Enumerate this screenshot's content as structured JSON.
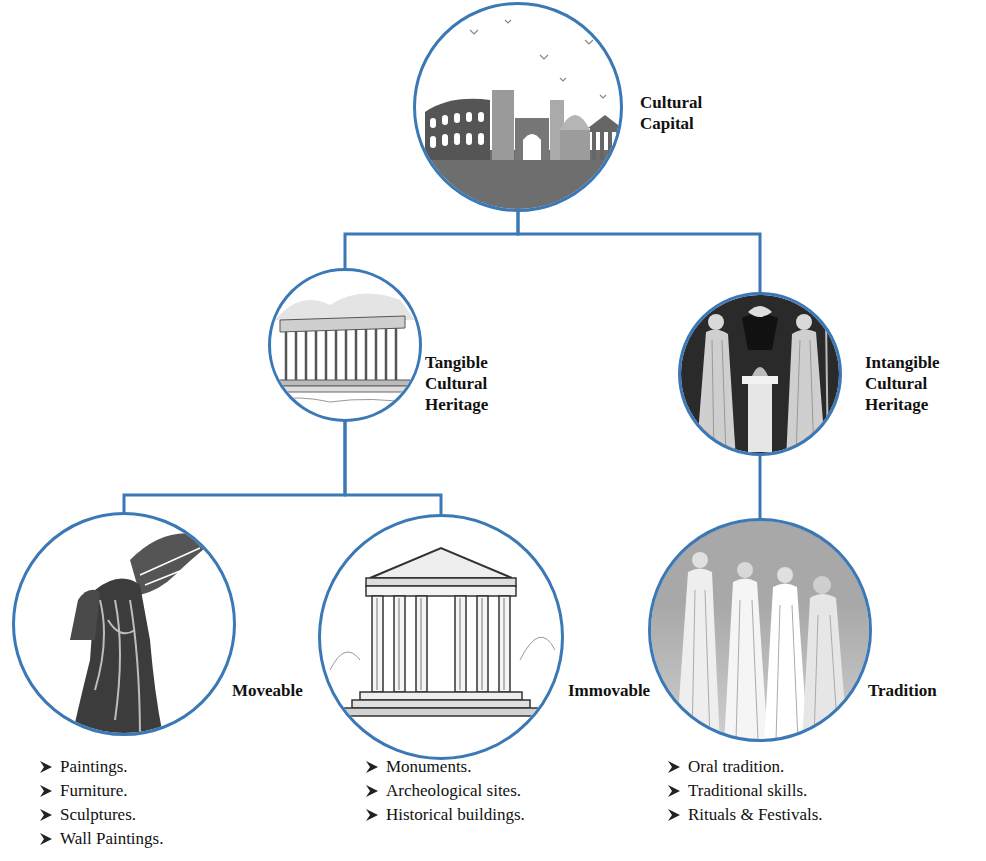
{
  "diagram": {
    "nodes": [
      {
        "text": [
          "Cultural Capital"
        ]
      },
      {
        "text": [
          "Tangible Cultural Heritage"
        ]
      },
      {
        "text": [
          "Intangible Cultural Heritage"
        ]
      },
      {
        "text": [
          "Moveable"
        ]
      },
      {
        "text": [
          "Immovable"
        ]
      },
      {
        "text": [
          "Tradition"
        ]
      }
    ],
    "edges": [
      {
        "from": 0,
        "to": 1,
        "arrow": "none"
      },
      {
        "from": 0,
        "to": 2,
        "arrow": "none"
      },
      {
        "from": 1,
        "to": 3,
        "arrow": "none"
      },
      {
        "from": 1,
        "to": 4,
        "arrow": "none"
      },
      {
        "from": 2,
        "to": 5,
        "arrow": "none"
      }
    ],
    "labels": [
      "Paintings.",
      "Furniture.",
      "Sculptures.",
      "Wall Paintings.",
      "Monuments.",
      "Archeological sites.",
      "Historical buildings.",
      "Oral tradition.",
      "Traditional skills.",
      "Rituals & Festivals."
    ]
  }
}
